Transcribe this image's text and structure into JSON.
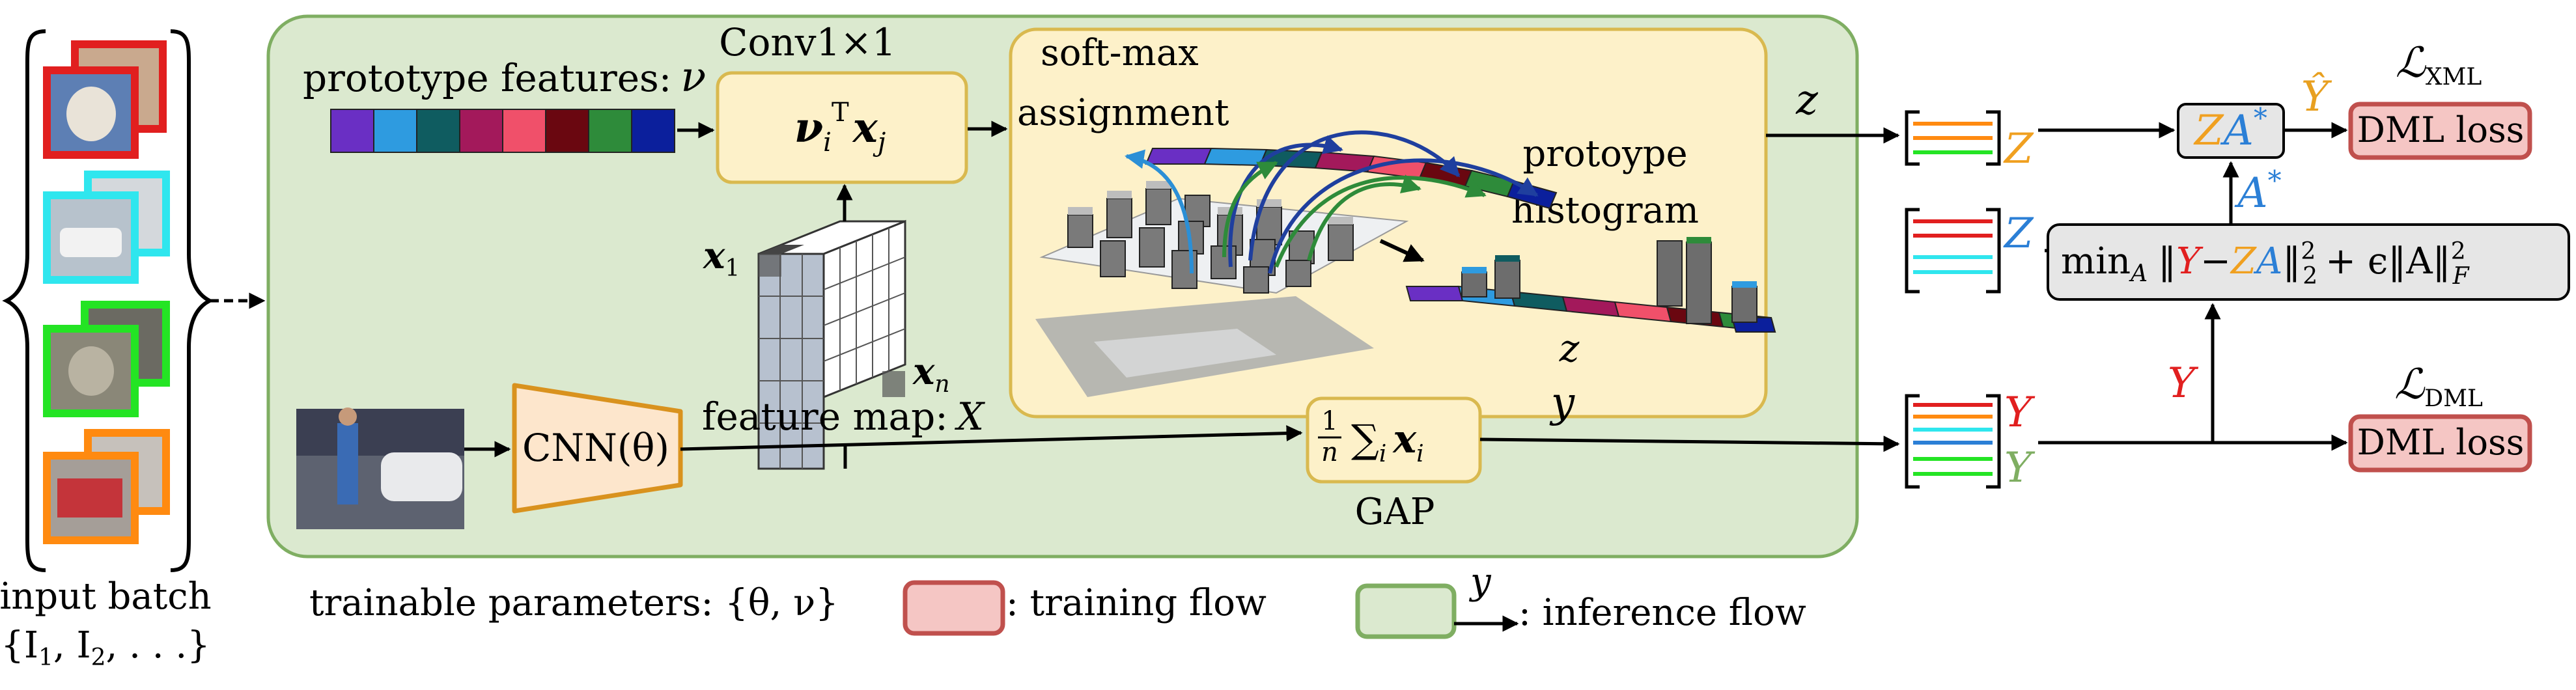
{
  "input_batch": {
    "label": "input batch",
    "set_text": "{I",
    "sub1": "1",
    "sep": ", I",
    "sub2": "2",
    "tail": ", . . .}"
  },
  "prototype": {
    "label": "prototype features:",
    "symbol": "ν"
  },
  "conv": {
    "title": "Conv1×1",
    "nu": "ν",
    "nu_sub": "i",
    "t": "T",
    "x": "x",
    "x_sub": "j"
  },
  "softmax": {
    "label_line1": "soft-max",
    "label_line2": "assignment",
    "histo_line1": "protoype",
    "histo_line2": "histogram",
    "z": "z"
  },
  "feature_map": {
    "x1": "x",
    "x1_sub": "1",
    "xn": "x",
    "xn_sub": "n",
    "label": "feature map:",
    "symbol": "X"
  },
  "cnn": {
    "label": "CNN(θ)"
  },
  "gap": {
    "frac_num": "1",
    "frac_den": "n",
    "sum": "∑",
    "sum_sub": "i",
    "x": "x",
    "x_sub": "i",
    "label": "GAP",
    "y": "y"
  },
  "z_out": "z",
  "right": {
    "Z1": "Z",
    "Z2": "Z",
    "Y1": "Y",
    "Y2": "Y",
    "Y_mid": "Y",
    "ZA_Z": "Z",
    "ZA_A": "A",
    "ZA_star": "*",
    "A_star": "A",
    "A_star_sup": "*",
    "yhat": "Ŷ",
    "opt_min": "min",
    "opt_sub": "A",
    "opt_norm_open": "‖",
    "opt_Y": "Y",
    "opt_minus": "−",
    "opt_Z": "Z",
    "opt_A": "A",
    "opt_norm_close": "‖",
    "opt_exp1": "2",
    "opt_sub1": "2",
    "opt_plus": "+ ϵ‖A‖",
    "opt_exp2": "2",
    "opt_sub2": "F",
    "dml_loss_1": "DML loss",
    "dml_loss_2": "DML loss",
    "l_xml": "ℒ",
    "l_xml_sub": "XML",
    "l_dml": "ℒ",
    "l_dml_sub": "DML"
  },
  "legend": {
    "trainable": "trainable parameters: {θ, ν}",
    "training_flow": ": training flow",
    "inference_flow": ": inference flow",
    "y": "y"
  },
  "colors": {
    "green_panel": "#dbe9cf",
    "green_border": "#7fae62",
    "yellow_box": "#fdf1c9",
    "yellow_border": "#d9b94f",
    "pink_box": "#f5c6c4",
    "pink_border": "#c0504d",
    "gray_box": "#e6e6e6",
    "cnn_fill": "#fde6cc",
    "cnn_border": "#d9921e"
  }
}
